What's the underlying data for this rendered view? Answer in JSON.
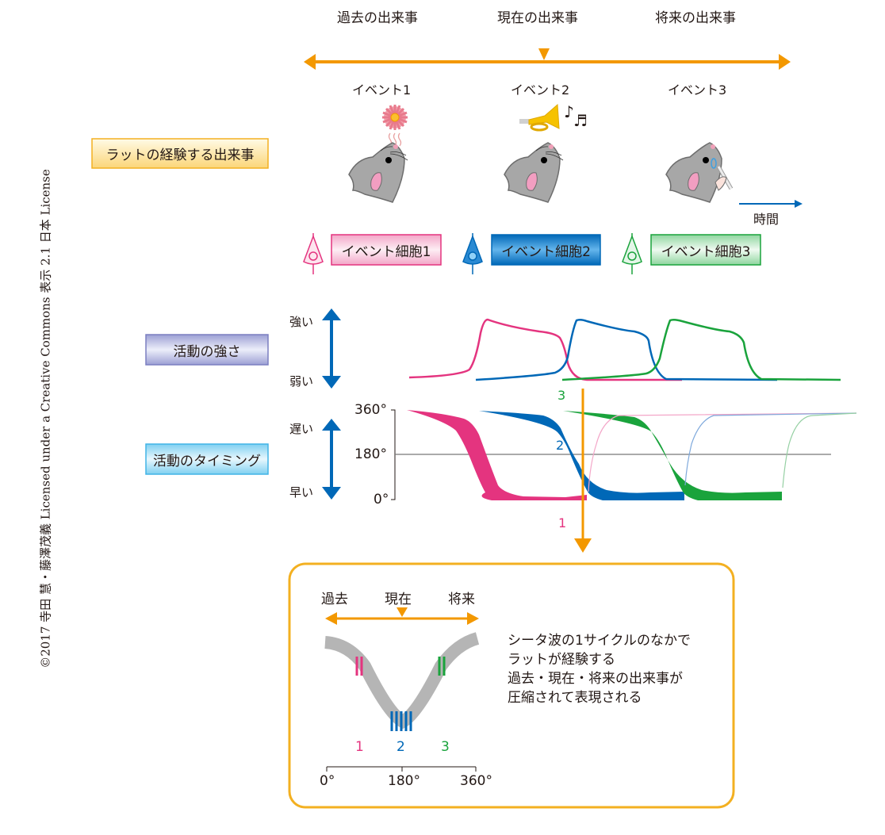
{
  "copyright": "©2017 寺田 慧・藤澤茂義 Licensed under a Creative Commons 表示 2.1 日本 License",
  "timeline": {
    "past_label": "過去の出来事",
    "present_label": "現在の出来事",
    "future_label": "将来の出来事",
    "events": [
      "イベント1",
      "イベント2",
      "イベント3"
    ],
    "event_icons": [
      "flower-icon",
      "trumpet-icon",
      "test-tube-icon"
    ],
    "time_label": "時間"
  },
  "row_labels": {
    "experience": "ラットの経験する出来事",
    "intensity": "活動の強さ",
    "timing": "活動のタイミング"
  },
  "cells": [
    {
      "label": "イベント細胞1",
      "color": "#e4347f"
    },
    {
      "label": "イベント細胞2",
      "color": "#0068b7"
    },
    {
      "label": "イベント細胞3",
      "color": "#1aa33c"
    }
  ],
  "intensity_axis": {
    "high": "強い",
    "low": "弱い"
  },
  "timing_axis": {
    "late": "遅い",
    "early": "早い",
    "ticks": [
      "360°",
      "180°",
      "0°"
    ]
  },
  "markers": {
    "one": "1",
    "two": "2",
    "three": "3"
  },
  "colors": {
    "orange": "#f39800",
    "pink": "#e4347f",
    "blue": "#0068b7",
    "green": "#1aa33c",
    "gray": "#b5b5b5"
  },
  "inset": {
    "past": "過去",
    "present": "現在",
    "future": "将来",
    "numbers": [
      "1",
      "2",
      "3"
    ],
    "ticks": [
      "0°",
      "180°",
      "360°"
    ],
    "note_lines": [
      "シータ波の1サイクルのなかで",
      "ラットが経験する",
      "過去・現在・将来の出来事が",
      "圧縮されて表現される"
    ]
  }
}
